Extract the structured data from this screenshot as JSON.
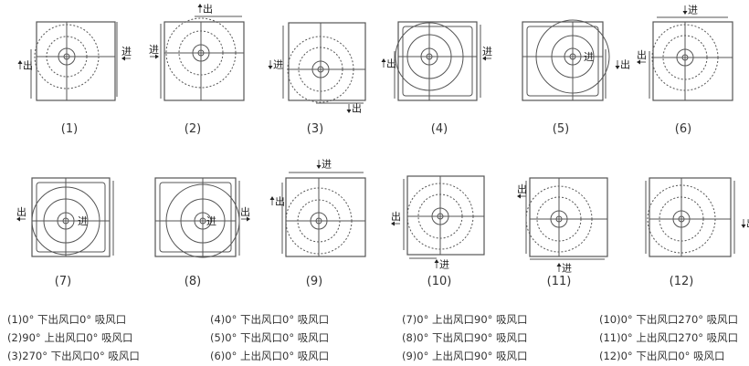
{
  "labels": {
    "inlet": "进",
    "outlet": "出"
  },
  "diagrams": [
    {
      "caption": "(1)"
    },
    {
      "caption": "(2)"
    },
    {
      "caption": "(3)"
    },
    {
      "caption": "(4)"
    },
    {
      "caption": "(5)"
    },
    {
      "caption": "(6)"
    },
    {
      "caption": "(7)"
    },
    {
      "caption": "(8)"
    },
    {
      "caption": "(9)"
    },
    {
      "caption": "(10)"
    },
    {
      "caption": "(11)"
    },
    {
      "caption": "(12)"
    }
  ],
  "legend": [
    "(1)0°  下出风口0°  吸风口",
    "(2)90°  上出风口0°  吸风口",
    "(3)270°  下出风口0°  吸风口",
    "(4)0°  下出风口0°  吸风口",
    "(5)0°  下出风口0°  吸风口",
    "(6)0°  上出风口0°  吸风口",
    "(7)0°  上出风口90°  吸风口",
    "(8)0°  下出风口90°  吸风口",
    "(9)0°  上出风口90°  吸风口",
    "(10)0°  下出风口270°  吸风口",
    "(11)0°  上出风口270°  吸风口",
    "(12)0°  下出风口0°  吸风口"
  ],
  "colors": {
    "line": "#555555",
    "text": "#333333"
  }
}
